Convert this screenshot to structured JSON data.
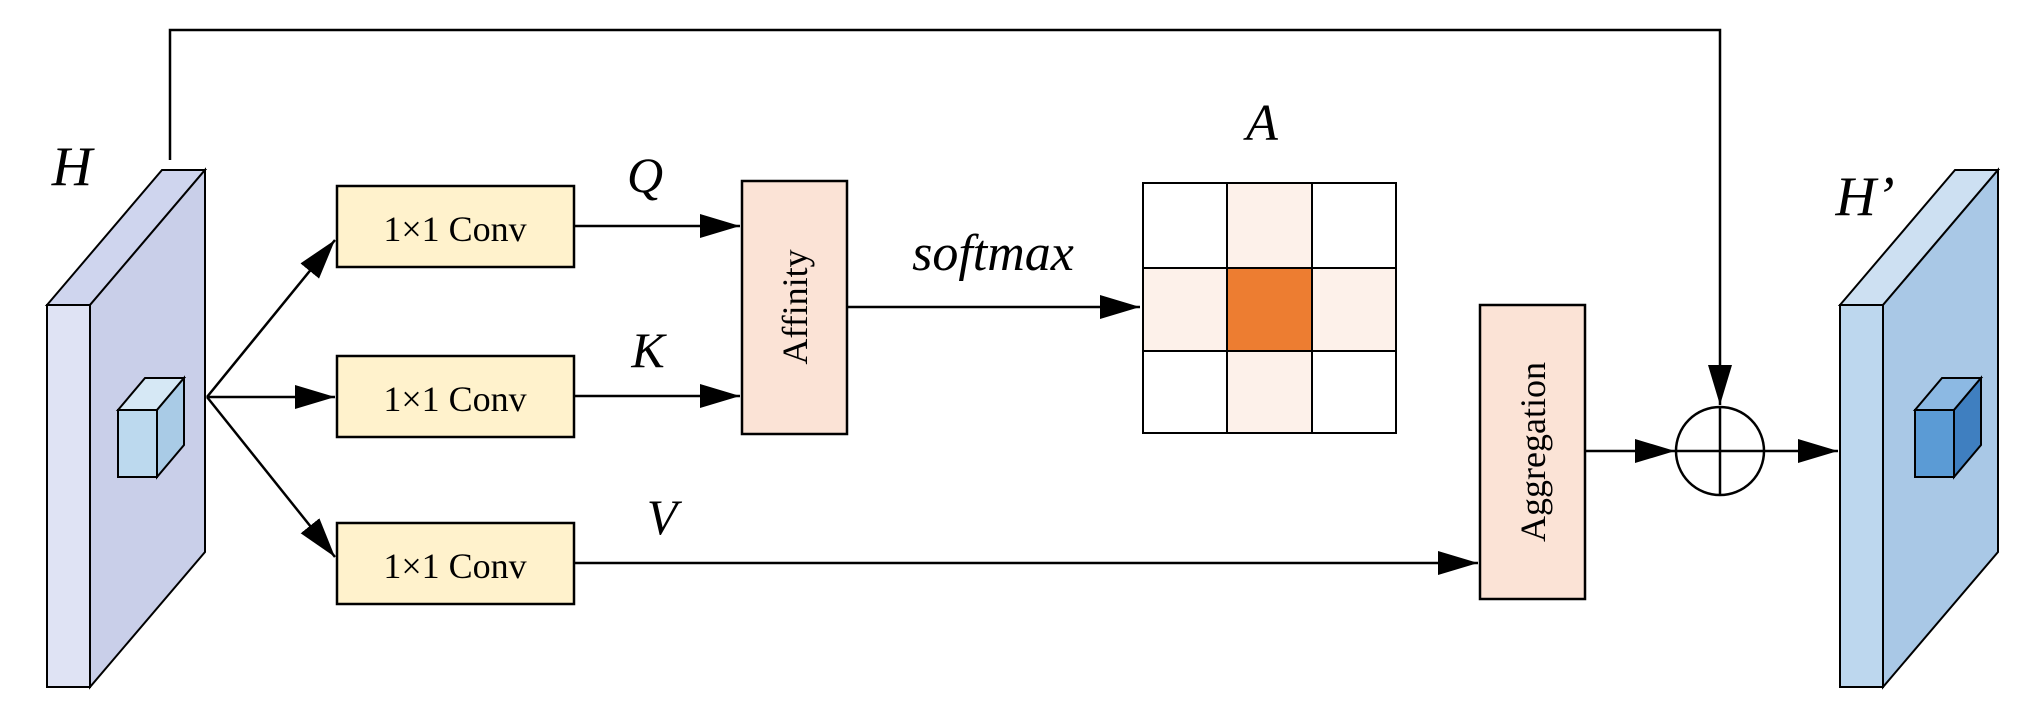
{
  "labels": {
    "input": "H",
    "output": "H’",
    "query": "Q",
    "key": "K",
    "value": "V",
    "softmax": "softmax",
    "attention": "A"
  },
  "boxes": {
    "conv_q": "1×1 Conv",
    "conv_k": "1×1 Conv",
    "conv_v": "1×1 Conv",
    "affinity": "Affinity",
    "aggregation": "Aggregation"
  },
  "colors": {
    "input_map_front": "#dfe3f4",
    "input_map_side": "#c9cfe9",
    "input_cube": "#bcd9ee",
    "output_map_front": "#bdd7ee",
    "output_map_side": "#a9c8e6",
    "output_cube": "#5b9bd5",
    "conv_fill": "#fff2cc",
    "op_fill": "#fbe3d6",
    "neighbor_fill": "#fdf1ea",
    "center_fill": "#ed7d31",
    "line": "#000000"
  }
}
